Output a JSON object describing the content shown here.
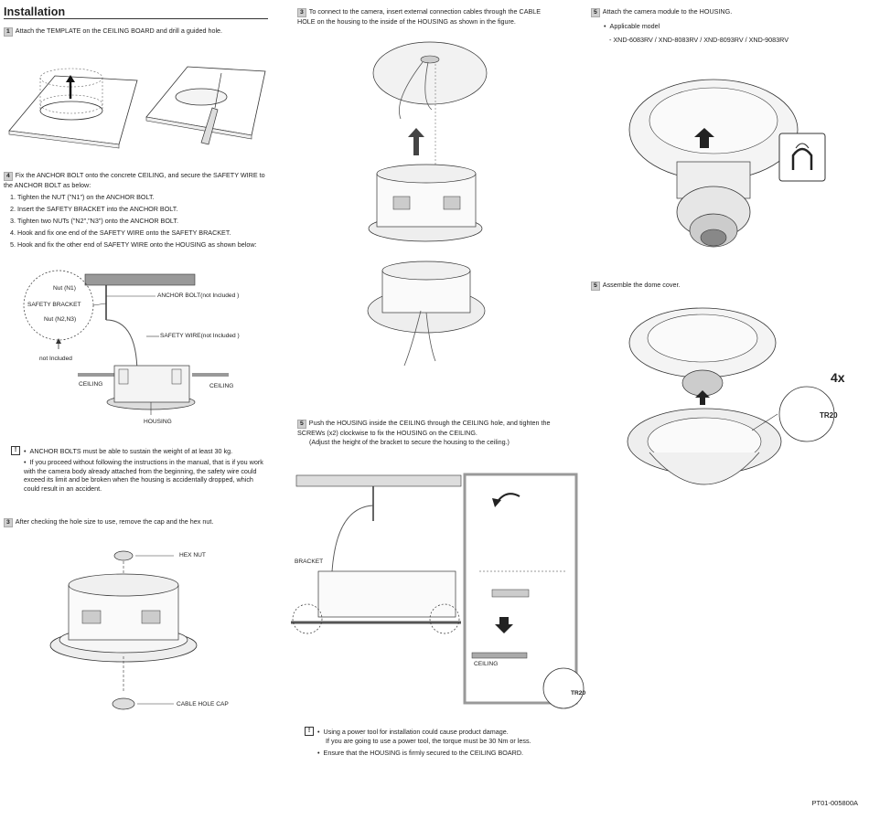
{
  "page": {
    "title": "Installation",
    "footer_code": "PT01-005800A"
  },
  "col1": {
    "step1": {
      "num": "1",
      "text": "Attach the TEMPLATE on the CEILING BOARD and drill a guided hole."
    },
    "step4": {
      "num": "4",
      "text": "Fix the ANCHOR BOLT onto the concrete CEILING, and secure the SAFETY WIRE to the ANCHOR BOLT as below:",
      "items": [
        "Tighten the NUT (\"N1\") on the ANCHOR BOLT.",
        "Insert the SAFETY BRACKET into the ANCHOR BOLT.",
        "Tighten two NUTs (\"N2\",\"N3\") onto the ANCHOR BOLT.",
        "Hook and fix one end of the SAFETY WIRE onto the SAFETY BRACKET.",
        "Hook and fix the other end of SAFETY WIRE onto the HOUSING as shown below:"
      ]
    },
    "diagram4": {
      "nut_n1": "Nut (N1)",
      "safety_bracket": "SAFETY BRACKET",
      "nut_n2n3": "Nut (N2,N3)",
      "not_included": "not Included",
      "anchor_bolt": "ANCHOR BOLT(not Included )",
      "safety_wire": "SAFETY WIRE(not Included )",
      "ceiling_left": "CEILING",
      "ceiling_right": "CEILING",
      "housing": "HOUSING"
    },
    "note1": {
      "icon": "!",
      "bullet1": "ANCHOR BOLTS must be able to sustain the weight of at least 30 kg.",
      "bullet2": "If you proceed without following the instructions in the manual, that is if you work with the camera body already attached from the beginning, the safety wire could exceed its limit and be broken when the housing is accidentally dropped, which could result in an accident."
    },
    "step3b": {
      "num": "3",
      "text": "After checking the hole size to use, remove the cap and the hex nut."
    },
    "diagram3b": {
      "hex_nut": "HEX NUT",
      "cable_hole_cap": "CABLE HOLE CAP"
    }
  },
  "col2": {
    "step3": {
      "num": "3",
      "text": "To connect to the camera, insert external connection cables through the CABLE HOLE on the housing to the inside of the HOUSING as shown in the figure."
    },
    "step5": {
      "num": "5",
      "text": "Push the HOUSING inside the CEILING through the CEILING hole, and tighten the SCREWs (x2) clockwise to fix the HOUSING on the CEILING.",
      "sub": "(Adjust the height of the bracket to secure the housing to the ceiling.)"
    },
    "diagram5": {
      "bracket": "BRACKET",
      "ceiling": "CEILING",
      "tr20": "TR20"
    },
    "note2": {
      "icon": "!",
      "bullet1_line1": "Using a power tool for installation could cause product damage.",
      "bullet1_line2": "If you are going to use a power tool, the torque must be 30 Nm or less.",
      "bullet2": "Ensure that the HOUSING is firmly secured to the CEILING BOARD."
    }
  },
  "col3": {
    "step5a": {
      "num": "5",
      "text": "Attach the camera module to the HOUSING.",
      "applicable": "Applicable model",
      "models": "- XND-6083RV / XND-8083RV / XND-8093RV / XND-9083RV"
    },
    "step5b": {
      "num": "5",
      "text": "Assemble the dome cover."
    },
    "diagram5b": {
      "count": "4x",
      "tr20": "TR20"
    }
  }
}
